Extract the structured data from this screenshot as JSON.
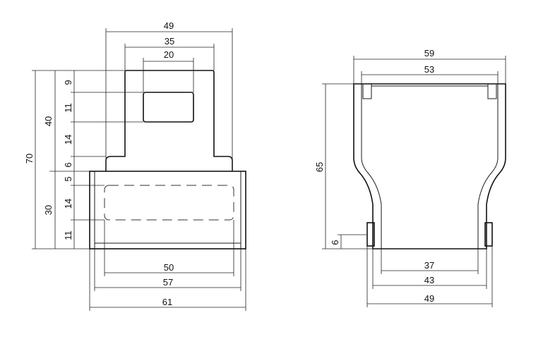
{
  "front_view": {
    "dims": {
      "w49": "49",
      "w35": "35",
      "w20": "20",
      "w50": "50",
      "w57": "57",
      "w61": "61",
      "h9": "9",
      "h11a": "11",
      "h14a": "14",
      "h6": "6",
      "h5": "5",
      "h14b": "14",
      "h11b": "11",
      "h40": "40",
      "h30": "30",
      "h70": "70"
    }
  },
  "side_view": {
    "dims": {
      "w59": "59",
      "w53": "53",
      "w37": "37",
      "w43": "43",
      "w49": "49",
      "h65": "65",
      "h6": "6"
    }
  },
  "colors": {
    "line": "#1a1a1a",
    "background": "#ffffff"
  }
}
